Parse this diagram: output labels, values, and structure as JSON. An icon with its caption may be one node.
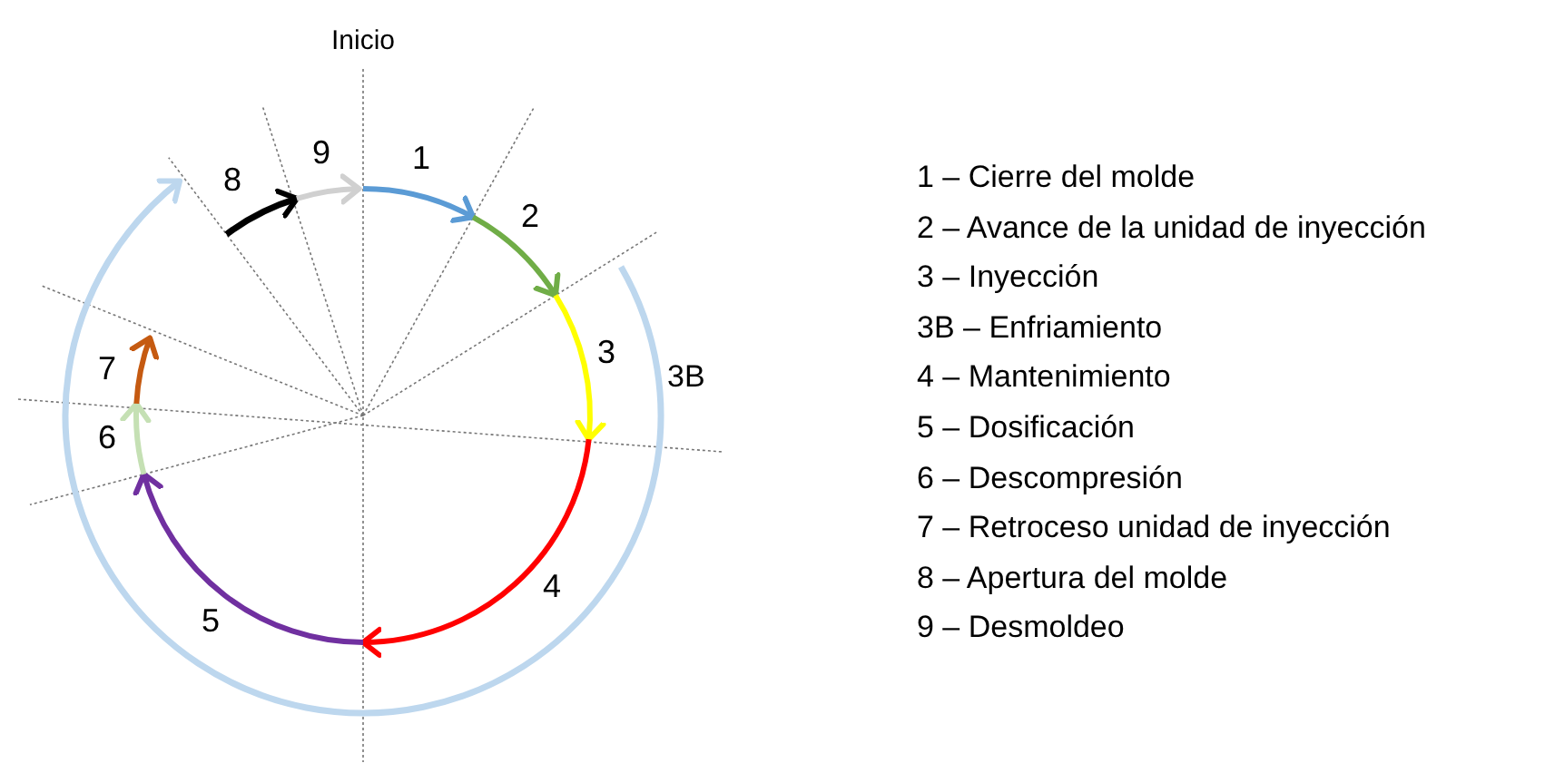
{
  "diagram": {
    "labels": [
      "Inicio",
      "9",
      "1",
      "8",
      "2",
      "3",
      "3B",
      "7",
      "6",
      "4",
      "5",
      "1 – Cierre del molde",
      "2 – Avance de la unidad de inyección",
      "3 – Inyección",
      "3B – Enfriamiento",
      "4 – Mantenimiento",
      "5 – Dosificación",
      "6 – Descompresión",
      "7 – Retroceso unidad de inyección",
      "8 – Apertura del molde",
      "9 – Desmoldeo"
    ]
  }
}
